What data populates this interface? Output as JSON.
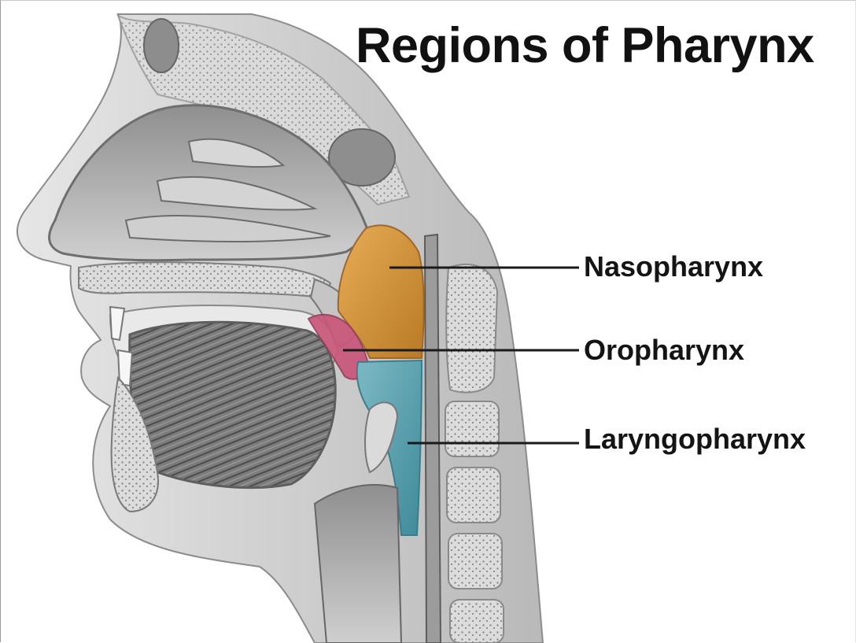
{
  "title": "Regions of Pharynx",
  "labels": {
    "nasopharynx": "Nasopharynx",
    "oropharynx": "Oropharynx",
    "laryngopharynx": "Laryngopharynx"
  },
  "colors": {
    "nasopharynx": "#d89a3e",
    "oropharynx": "#c9577a",
    "laryngopharynx": "#5da3b0",
    "leader_line": "#1a1a1a"
  }
}
